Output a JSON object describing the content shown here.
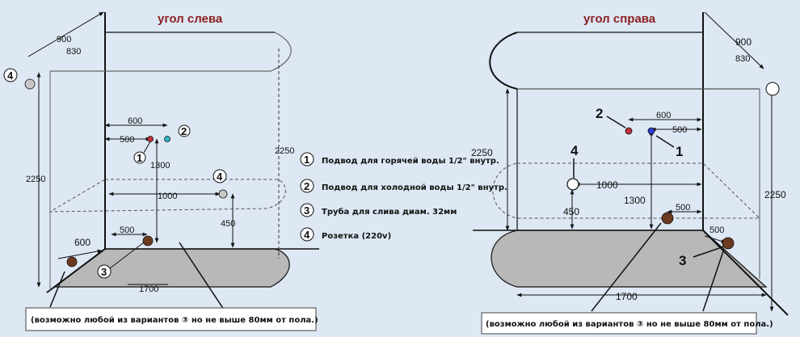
{
  "left": {
    "title": "угол слева",
    "dims": {
      "d900": "900",
      "d830": "830",
      "d600": "600",
      "d500": "500",
      "d1300": "1300",
      "d2250a": "2250",
      "d2250b": "2250",
      "d1000": "1000",
      "d450": "450",
      "d500b": "500",
      "d600b": "600",
      "d1700": "1700"
    },
    "markers": {
      "m1": "1",
      "m2": "2",
      "m3": "3",
      "m4a": "4",
      "m4b": "4"
    },
    "note": "(возможно любой из вариантов ③ но не выше 80мм от пола.)"
  },
  "right": {
    "title": "угол справа",
    "dims": {
      "d900": "900",
      "d830": "830",
      "d600": "600",
      "d500": "500",
      "d2250a": "2250",
      "d2250b": "2250",
      "d1000": "1000",
      "d1300": "1300",
      "d450": "450",
      "d500b": "500",
      "d500c": "500",
      "d1700": "1700"
    },
    "markers": {
      "m1": "1",
      "m2": "2",
      "m3": "3",
      "m4": "4"
    },
    "note": "(возможно любой из вариантов ③ но не выше 80мм от пола.)"
  },
  "legend": [
    {
      "num": "1",
      "text": "Подвод для горячей воды 1/2\" внутр."
    },
    {
      "num": "2",
      "text": "Подвод для холодной воды 1/2\" внутр."
    },
    {
      "num": "3",
      "text": "Труба для слива диам. 32мм"
    },
    {
      "num": "4",
      "text": "Розетка (220v)"
    }
  ],
  "colors": {
    "hot": "#c0303a",
    "cold": "#2b3fd0",
    "drain": "#6b3a1f",
    "floor": "#b8b8b8",
    "title": "#8a1f1f"
  }
}
